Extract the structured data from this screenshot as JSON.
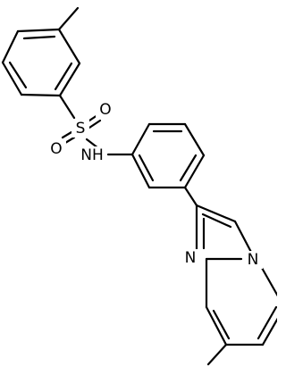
{
  "structure": {
    "atom_labels": {
      "sulfur": "S",
      "oxygen_a": "O",
      "oxygen_b": "O",
      "amine": "NH",
      "imidazole_n": "N",
      "bridge_n": "N"
    },
    "colors": {
      "bond": "#000000",
      "text": "#000000",
      "background": "#ffffff"
    }
  }
}
